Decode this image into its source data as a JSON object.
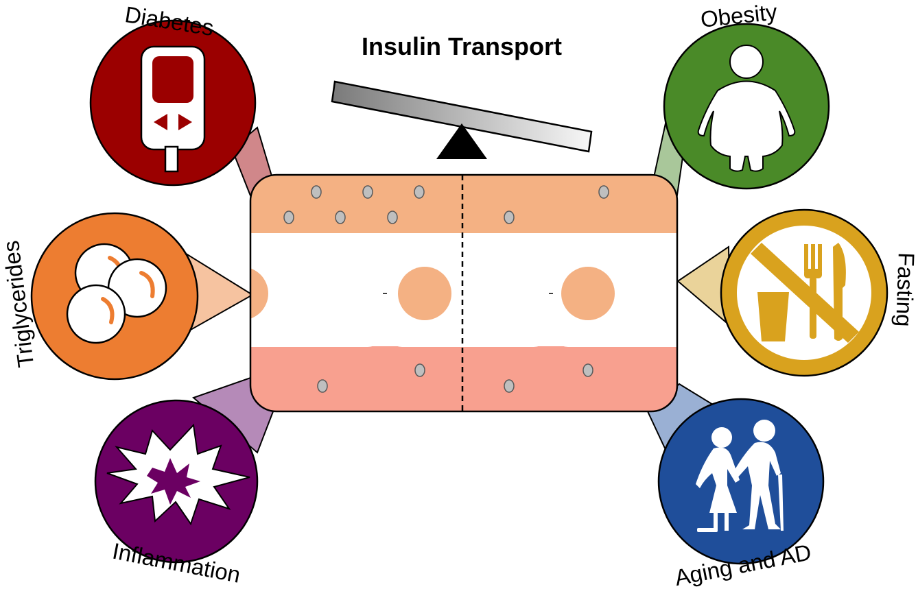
{
  "title": "Insulin Transport",
  "factors": {
    "diabetes": {
      "label": "Diabetes",
      "color": "#9b0000",
      "cone_color": "#d0878a",
      "icon": "glucose-meter-icon"
    },
    "triglycerides": {
      "label": "Triglycerides",
      "color": "#ed7d31",
      "cone_color": "#f6c3a0",
      "icon": "lipid-droplets-icon"
    },
    "inflammation": {
      "label": "Inflammation",
      "color": "#6b0062",
      "cone_color": "#b58ab8",
      "icon": "burst-icon"
    },
    "obesity": {
      "label": "Obesity",
      "color": "#4a8a28",
      "cone_color": "#a9c79a",
      "icon": "obese-person-icon"
    },
    "fasting": {
      "label": "Fasting",
      "color": "#d9a21e",
      "cone_color": "#ead39a",
      "icon": "no-food-icon"
    },
    "aging": {
      "label": "Aging and AD",
      "color": "#1f4e9a",
      "cone_color": "#9ab0d4",
      "icon": "elderly-couple-icon"
    }
  },
  "colors": {
    "blood_side": "#f4b183",
    "brain_side": "#f8a08f",
    "nucleus": "#f4b183",
    "insulin_dot": "#bfbfbf",
    "fulcrum": "#000000"
  }
}
